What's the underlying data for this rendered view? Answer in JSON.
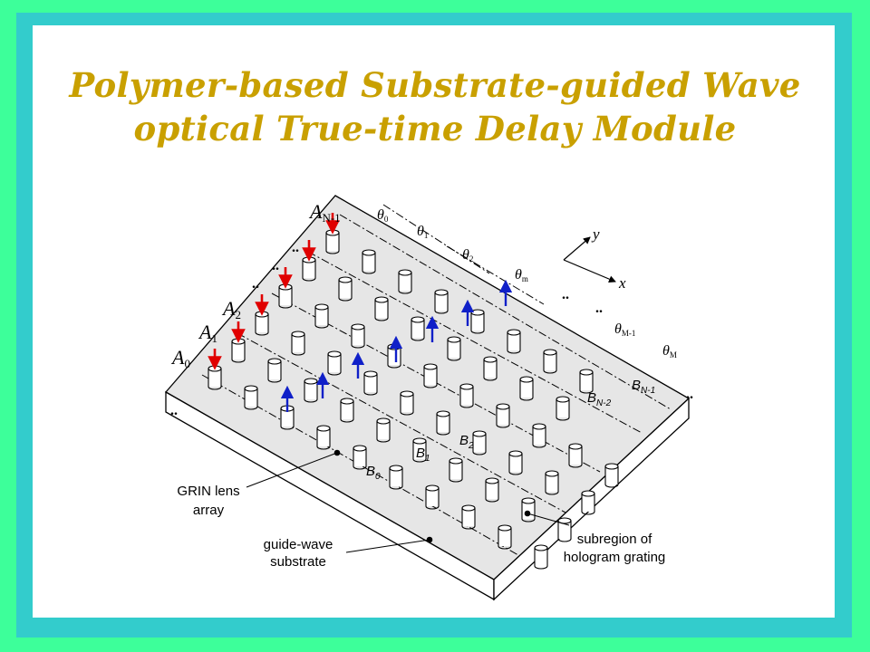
{
  "title": {
    "line1": "Polymer-based Substrate-guided Wave",
    "line2": "optical True-time Delay Module"
  },
  "colors": {
    "title": "#c9a000",
    "outer_frame": "#3dff9a",
    "inner_frame": "#33cccc",
    "substrate_top": "#e6e6e6",
    "input_arrow": "#e00000",
    "output_arrow": "#1020c8"
  },
  "row_labels": {
    "a0": {
      "base": "A",
      "sub": "0"
    },
    "a1": {
      "base": "A",
      "sub": "1"
    },
    "a2": {
      "base": "A",
      "sub": "2"
    },
    "an1": {
      "base": "A",
      "sub": "N-1"
    }
  },
  "angle_labels": {
    "t0": {
      "base": "θ",
      "sub": "0"
    },
    "t1": {
      "base": "θ",
      "sub": "1"
    },
    "t2": {
      "base": "θ",
      "sub": "2"
    },
    "tm": {
      "base": "θ",
      "sub": "m"
    },
    "tm1": {
      "base": "θ",
      "sub": "M-1"
    },
    "tM": {
      "base": "θ",
      "sub": "M"
    }
  },
  "b_labels": {
    "b0": {
      "base": "B",
      "sub": "0"
    },
    "b1": {
      "base": "B",
      "sub": "1"
    },
    "b2": {
      "base": "B",
      "sub": "2"
    },
    "bn2": {
      "base": "B",
      "sub": "N-2"
    },
    "bn1": {
      "base": "B",
      "sub": "N-1"
    }
  },
  "axes": {
    "y": "y",
    "x": "x"
  },
  "ellipsis": "..",
  "callouts": {
    "grin_line1": "GRIN lens",
    "grin_line2": "array",
    "guide_line1": "guide-wave",
    "guide_line2": "substrate",
    "holo_line1": "subregion of",
    "holo_line2": "hologram grating"
  }
}
